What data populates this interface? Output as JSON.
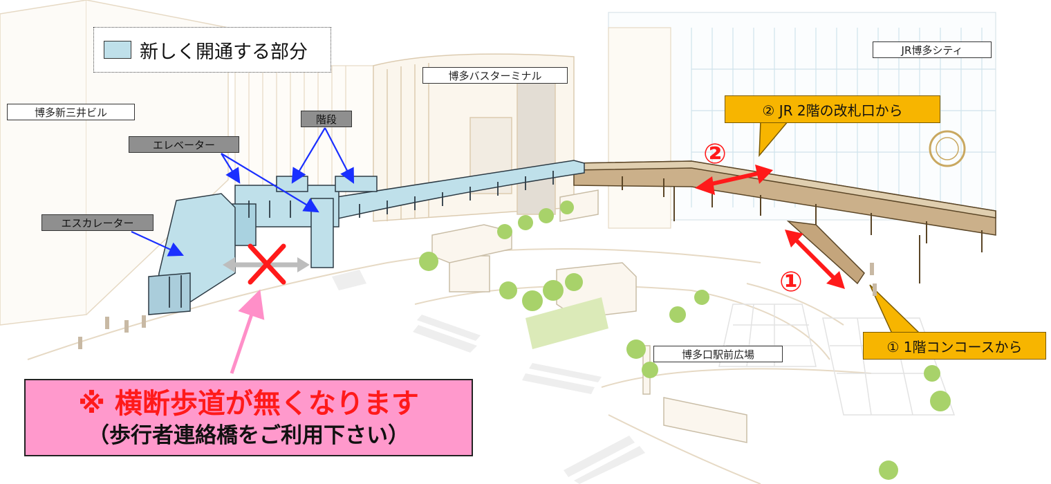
{
  "legend": {
    "label": "新しく開通する部分",
    "swatch_color": "#bfe0ea"
  },
  "buildings": {
    "mitsui": "博多新三井ビル",
    "bus_terminal": "博多バスターミナル",
    "jr_city": "JR博多シティ",
    "plaza": "博多口駅前広場"
  },
  "facilities": {
    "stairs": "階段",
    "elevator": "エレベーター",
    "escalator": "エスカレーター"
  },
  "routes": {
    "route1_label": "① 1階コンコースから",
    "route2_label": "② JR 2階の改札口から",
    "marker1": "①",
    "marker2": "②"
  },
  "notice": {
    "headline": "※ 横断歩道が無くなります",
    "subline": "（歩行者連絡橋をご利用下さい）"
  },
  "colors": {
    "new_bridge": "#bfe0ea",
    "existing_deck": "#c9b08a",
    "route_arrow": "#ff1a1a",
    "pointer_arrow": "#1a2fff",
    "notice_bg": "#ff99cc",
    "callout_bg": "#f7b500",
    "tree": "#a8d26a"
  }
}
